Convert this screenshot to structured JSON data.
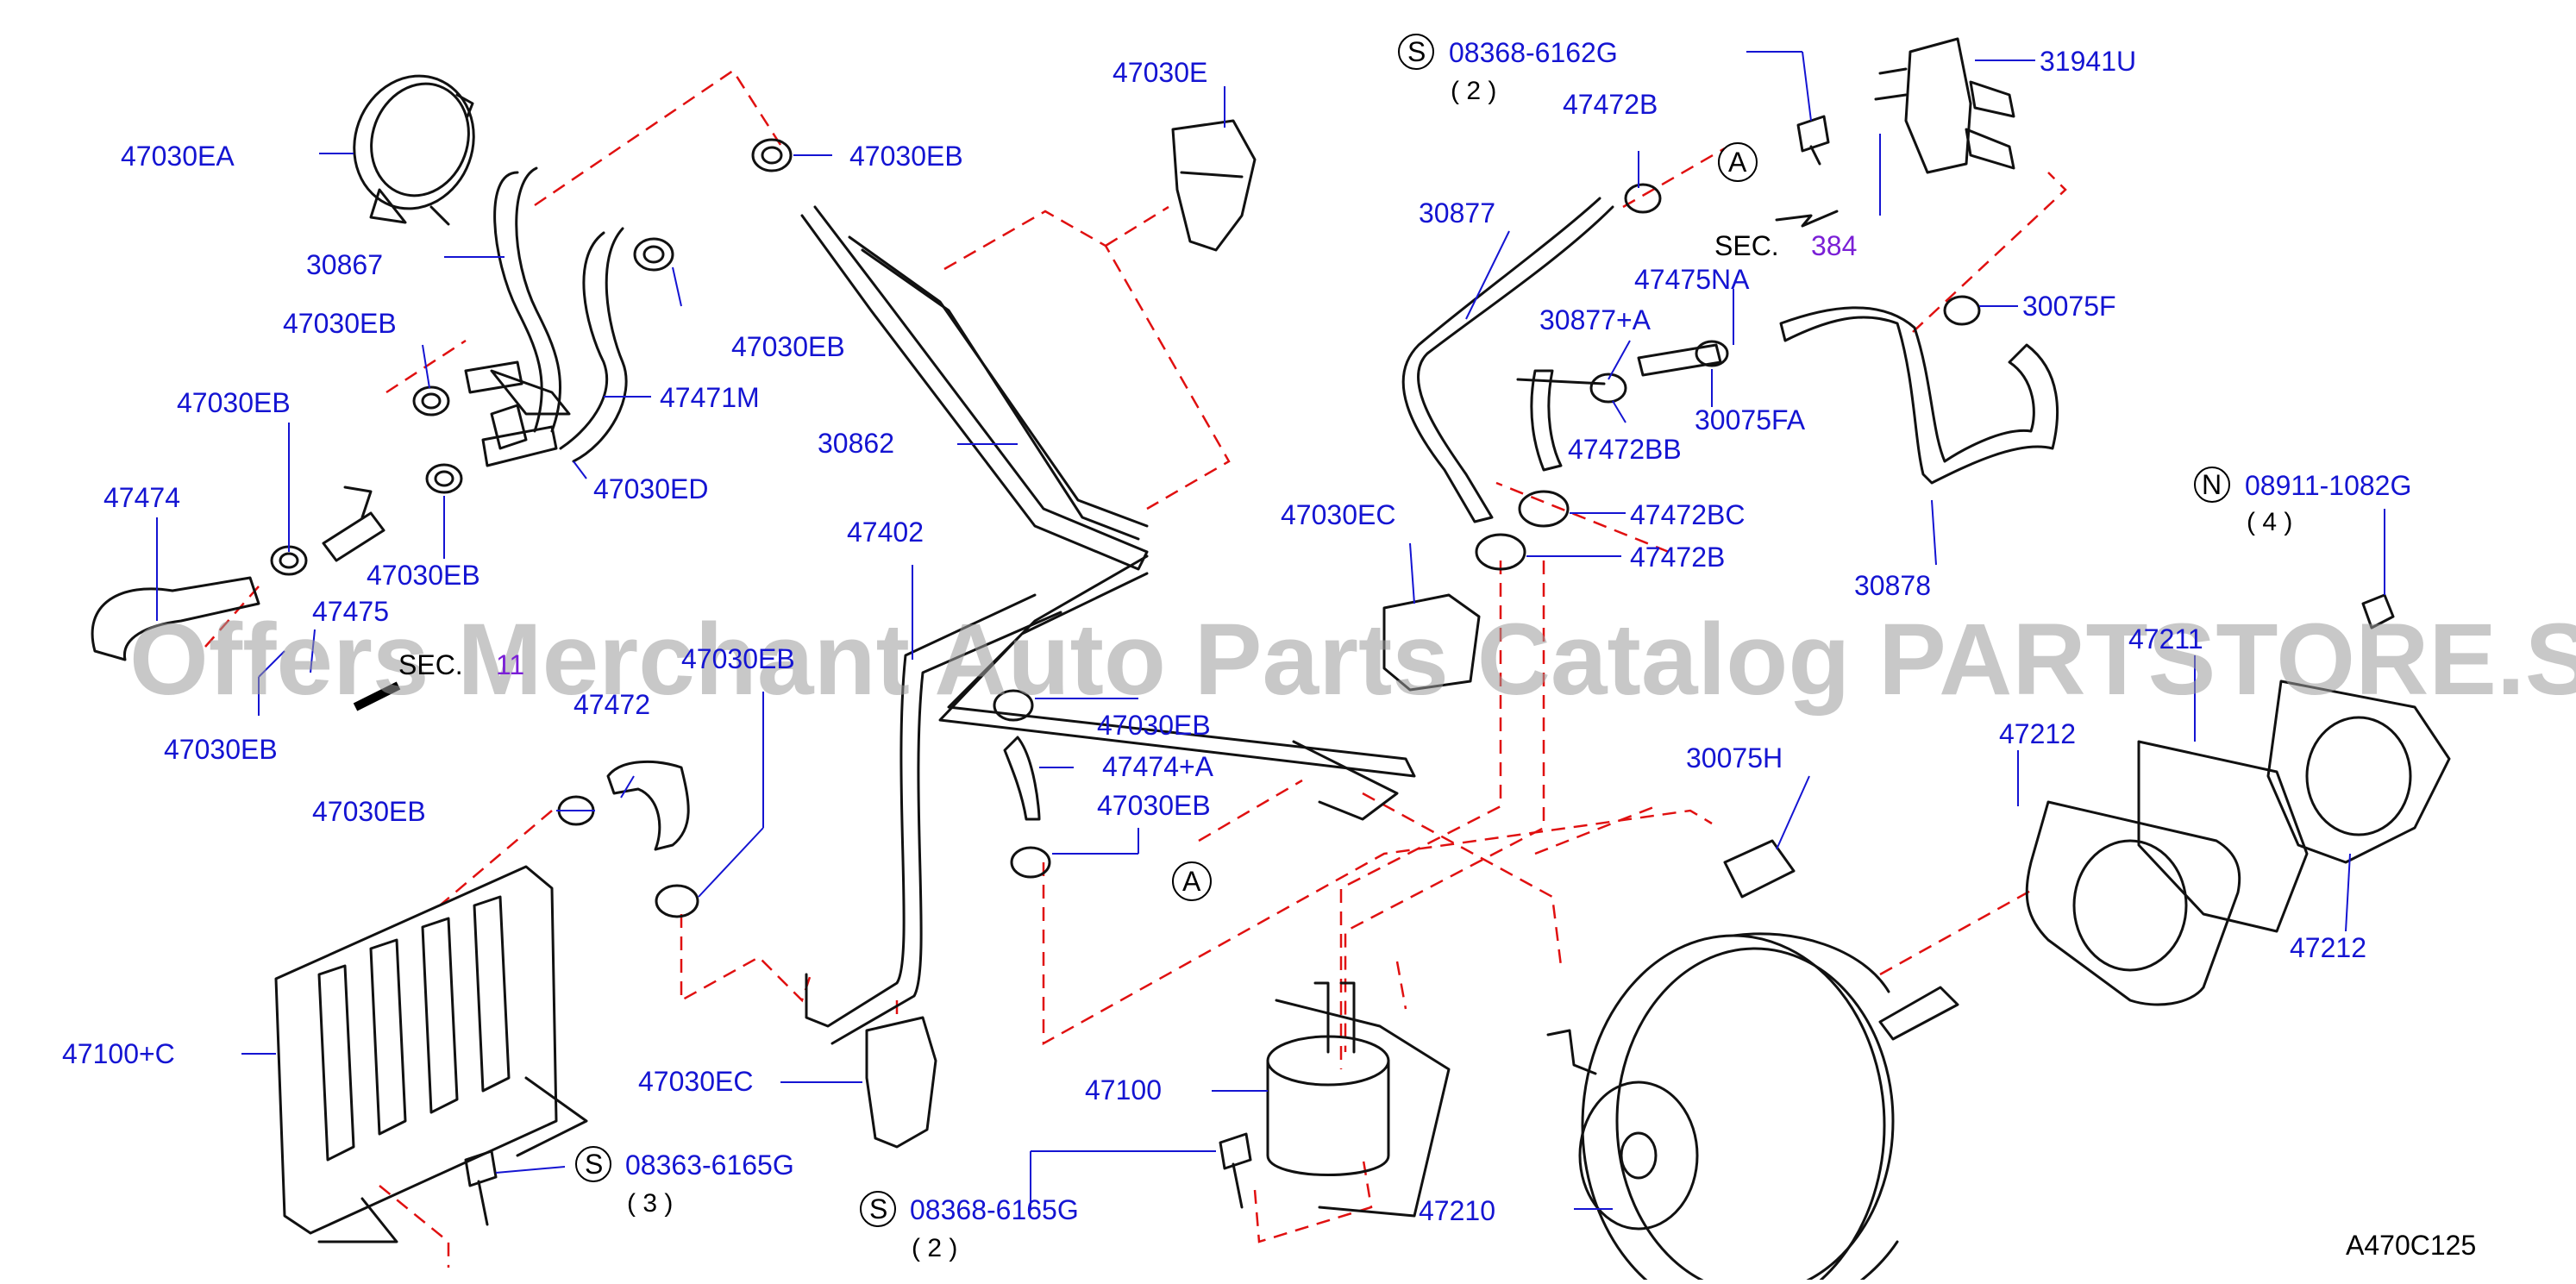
{
  "diagram": {
    "drawing_id": "A470C125",
    "watermark": "Offers Merchant Auto Parts Catalog PARTSTORE.SA",
    "section_ref_1": "SEC. 384",
    "section_ref_2": "SEC. 11",
    "colors": {
      "part_label": "#1414d2",
      "phantom_line": "#e01010",
      "section_number": "#7a1fd6"
    },
    "parts": [
      "47030EA",
      "30867",
      "47030EB",
      "47030EB",
      "47474",
      "47475",
      "47030EB",
      "47030EB",
      "47471M",
      "47030ED",
      "47030EB",
      "30862",
      "47030E",
      "47030EB",
      "47402",
      "47030EB",
      "47472",
      "47030EB",
      "47474+A",
      "47030EB",
      "47030EC",
      "47100+C",
      "47030EC",
      "47100",
      "47030EB",
      "30877",
      "47472B",
      "30877+A",
      "47475NA",
      "47472BB",
      "30075FA",
      "47472BC",
      "47472B",
      "31941U",
      "30075F",
      "30878",
      "30075H",
      "47212",
      "47211",
      "47212",
      "47210"
    ],
    "fasteners": [
      {
        "prefix": "S",
        "part_no": "08368-6162G",
        "qty": "( 2 )"
      },
      {
        "prefix": "N",
        "part_no": "08911-1082G",
        "qty": "( 4 )"
      },
      {
        "prefix": "S",
        "part_no": "08363-6165G",
        "qty": "( 3 )"
      },
      {
        "prefix": "S",
        "part_no": "08368-6165G",
        "qty": "( 2 )"
      }
    ],
    "connectors": [
      "A",
      "A"
    ],
    "labels": {
      "l_47030EA": "47030EA",
      "l_30867": "30867",
      "l_47030EB_a": "47030EB",
      "l_47030EB_b": "47030EB",
      "l_47474": "47474",
      "l_47475": "47475",
      "l_47030EB_c": "47030EB",
      "l_47030EB_d": "47030EB",
      "l_47471M": "47471M",
      "l_47030ED": "47030ED",
      "l_47030EB_e": "47030EB",
      "l_30862": "30862",
      "l_47030E": "47030E",
      "l_47030EB_f": "47030EB",
      "l_47402": "47402",
      "l_47030EB_g": "47030EB",
      "l_47472": "47472",
      "l_47030EB_h": "47030EB",
      "l_47474A": "47474+A",
      "l_47030EB_i": "47030EB",
      "l_47030EC_a": "47030EC",
      "l_47100C": "47100+C",
      "l_47030EC_b": "47030EC",
      "l_47100": "47100",
      "l_47030EB_j": "47030EB",
      "l_30877": "30877",
      "l_47472B_a": "47472B",
      "l_30877A": "30877+A",
      "l_47475NA": "47475NA",
      "l_47472BB": "47472BB",
      "l_30075FA": "30075FA",
      "l_47472BC": "47472BC",
      "l_47472B_b": "47472B",
      "l_31941U": "31941U",
      "l_30075F": "30075F",
      "l_30878": "30878",
      "l_30075H": "30075H",
      "l_47212_a": "47212",
      "l_47211": "47211",
      "l_47212_b": "47212",
      "l_47210": "47210"
    },
    "fastener_labels": {
      "s1_prefix": "S",
      "s1_part": "08368-6162G",
      "s1_qty": "( 2 )",
      "n1_prefix": "N",
      "n1_part": "08911-1082G",
      "n1_qty": "( 4 )",
      "s2_prefix": "S",
      "s2_part": "08363-6165G",
      "s2_qty": "( 3 )",
      "s3_prefix": "S",
      "s3_part": "08368-6165G",
      "s3_qty": "( 2 )"
    },
    "sec_labels": {
      "sec384_word": "SEC.",
      "sec384_num": "384",
      "sec11_word": "SEC.",
      "sec11_num": "11"
    },
    "connector_labels": {
      "a1": "A",
      "a2": "A"
    }
  }
}
